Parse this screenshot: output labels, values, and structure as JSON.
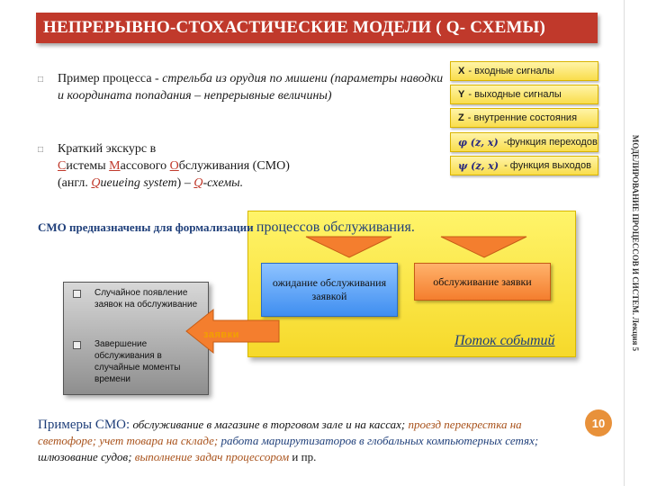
{
  "slide": {
    "title": "НЕПРЕРЫВНО-СТОХАСТИЧЕСКИЕ МОДЕЛИ ( Q- СХЕМЫ)",
    "side_caption": "МОДЕЛИРОВАНИЕ ПРОЦЕССОВ И СИСТЕМ. Лекция 5",
    "page_number": "10"
  },
  "bullets": {
    "b1_plain": "Пример процесса - ",
    "b1_italic": "стрельба из орудия по мишени (параметры наводки и координата попадания – непрерывные величины)",
    "b2_line1": "Краткий экскурс в",
    "b2_s": "С",
    "b2_istemy": "истемы ",
    "b2_m": "М",
    "b2_assovogo": "ассового ",
    "b2_o": "О",
    "b2_bsluzhivaniya": "бслуживания (СМО)",
    "b2_line3_pre": "(англ. ",
    "b2_q": "Q",
    "b2_ueueing": "ueueing system",
    "b2_line3_mid": ") – ",
    "b2_q2": "Q",
    "b2_schemy": "-схемы."
  },
  "signals": [
    {
      "symbol": "X",
      "text": "- входные сигналы"
    },
    {
      "symbol": "Y",
      "text": "- выходные сигналы"
    },
    {
      "symbol": "Z",
      "text": "- внутренние состояния"
    },
    {
      "symbol": "φ (z, x)",
      "text": "-функция переходов"
    },
    {
      "symbol": "ψ (z, x)",
      "text": "- функция выходов"
    }
  ],
  "smo_line": {
    "lead": "СМО предназначены для формализации",
    "big": "процессов обслуживания."
  },
  "diagram": {
    "waiting": "ожидание обслуживания заявкой",
    "service": "обслуживание заявки",
    "flow": "Поток событий",
    "claims": "заявки",
    "gray_item1": "Случайное появление заявок на обслуживание",
    "gray_item2": "Завершение обслуживания в случайные моменты времени"
  },
  "examples": {
    "head": "Примеры СМО:",
    "p1": " обслуживание в магазине в торговом зале и на кассах;",
    "p2": " проезд перекрестка на светофоре;",
    "p3": " учет товара на складе;",
    "p4": " работа маршрутизаторов в глобальных компьютерных сетях;",
    "p5": " шлюзование судов;",
    "p6": " выполнение задач процессором",
    "p7": " и пр."
  },
  "colors": {
    "title_bg": "#c0392b",
    "yellow": "#f6d92a",
    "blue": "#3f8ef0",
    "orange": "#f47e2e",
    "navy_text": "#1f3f7a",
    "page_badge": "#e8913a"
  }
}
